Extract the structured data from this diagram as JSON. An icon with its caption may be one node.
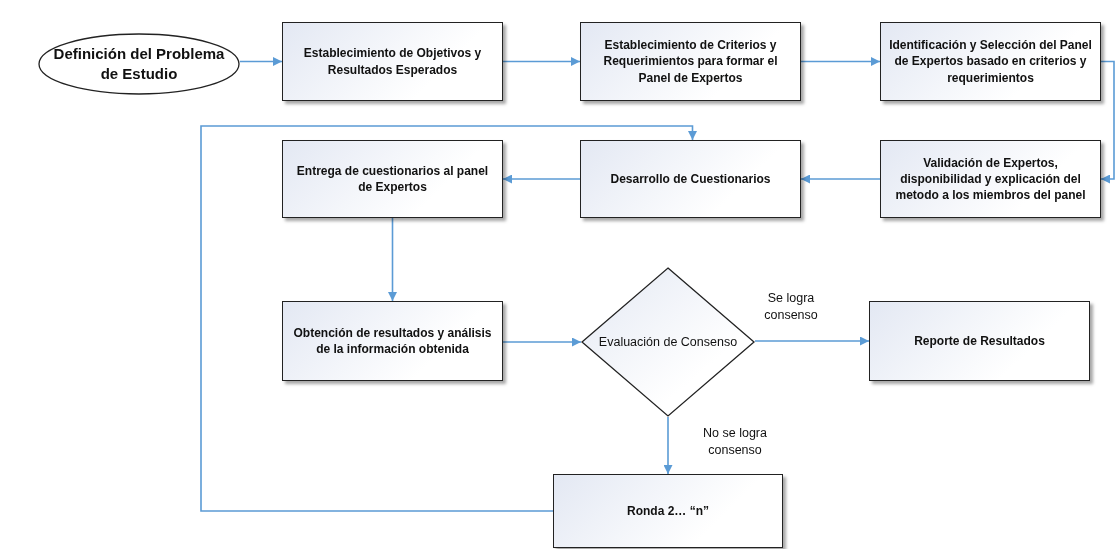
{
  "diagram": {
    "nodes": [
      {
        "text": [
          "Definición del Problema de Estudio"
        ]
      },
      {
        "text": [
          "Establecimiento de Objetivos y Resultados Esperados"
        ]
      },
      {
        "text": [
          "Establecimiento de Criterios y Requerimientos para formar el Panel de Expertos"
        ]
      },
      {
        "text": [
          "Identificación y Selección del Panel de Expertos basado en criterios y requerimientos"
        ]
      },
      {
        "text": [
          "Validación de Expertos, disponibilidad y explicación del metodo a los miembros del panel"
        ]
      },
      {
        "text": [
          "Desarrollo de Cuestionarios"
        ]
      },
      {
        "text": [
          "Entrega de cuestionarios al panel de Expertos"
        ]
      },
      {
        "text": [
          "Obtención de resultados y análisis de la información obtenida"
        ]
      },
      {
        "text": [
          "Evaluación de Consenso"
        ]
      },
      {
        "text": [
          "Reporte de Resultados"
        ]
      },
      {
        "text": [
          "Ronda 2… “n”"
        ]
      }
    ],
    "edges": [
      {
        "from": 0,
        "to": 1,
        "arrow": "to"
      },
      {
        "from": 1,
        "to": 2,
        "arrow": "to"
      },
      {
        "from": 2,
        "to": 3,
        "arrow": "to"
      },
      {
        "from": 3,
        "to": 4,
        "arrow": "to"
      },
      {
        "from": 4,
        "to": 5,
        "arrow": "to"
      },
      {
        "from": 5,
        "to": 6,
        "arrow": "to"
      },
      {
        "from": 6,
        "to": 7,
        "arrow": "to"
      },
      {
        "from": 7,
        "to": 8,
        "arrow": "to"
      },
      {
        "from": 8,
        "to": 9,
        "arrow": "to",
        "label": "Se logra consenso"
      },
      {
        "from": 8,
        "to": 10,
        "arrow": "to",
        "label": "No se logra consenso"
      },
      {
        "from": 10,
        "to": 5,
        "arrow": "to"
      }
    ]
  }
}
